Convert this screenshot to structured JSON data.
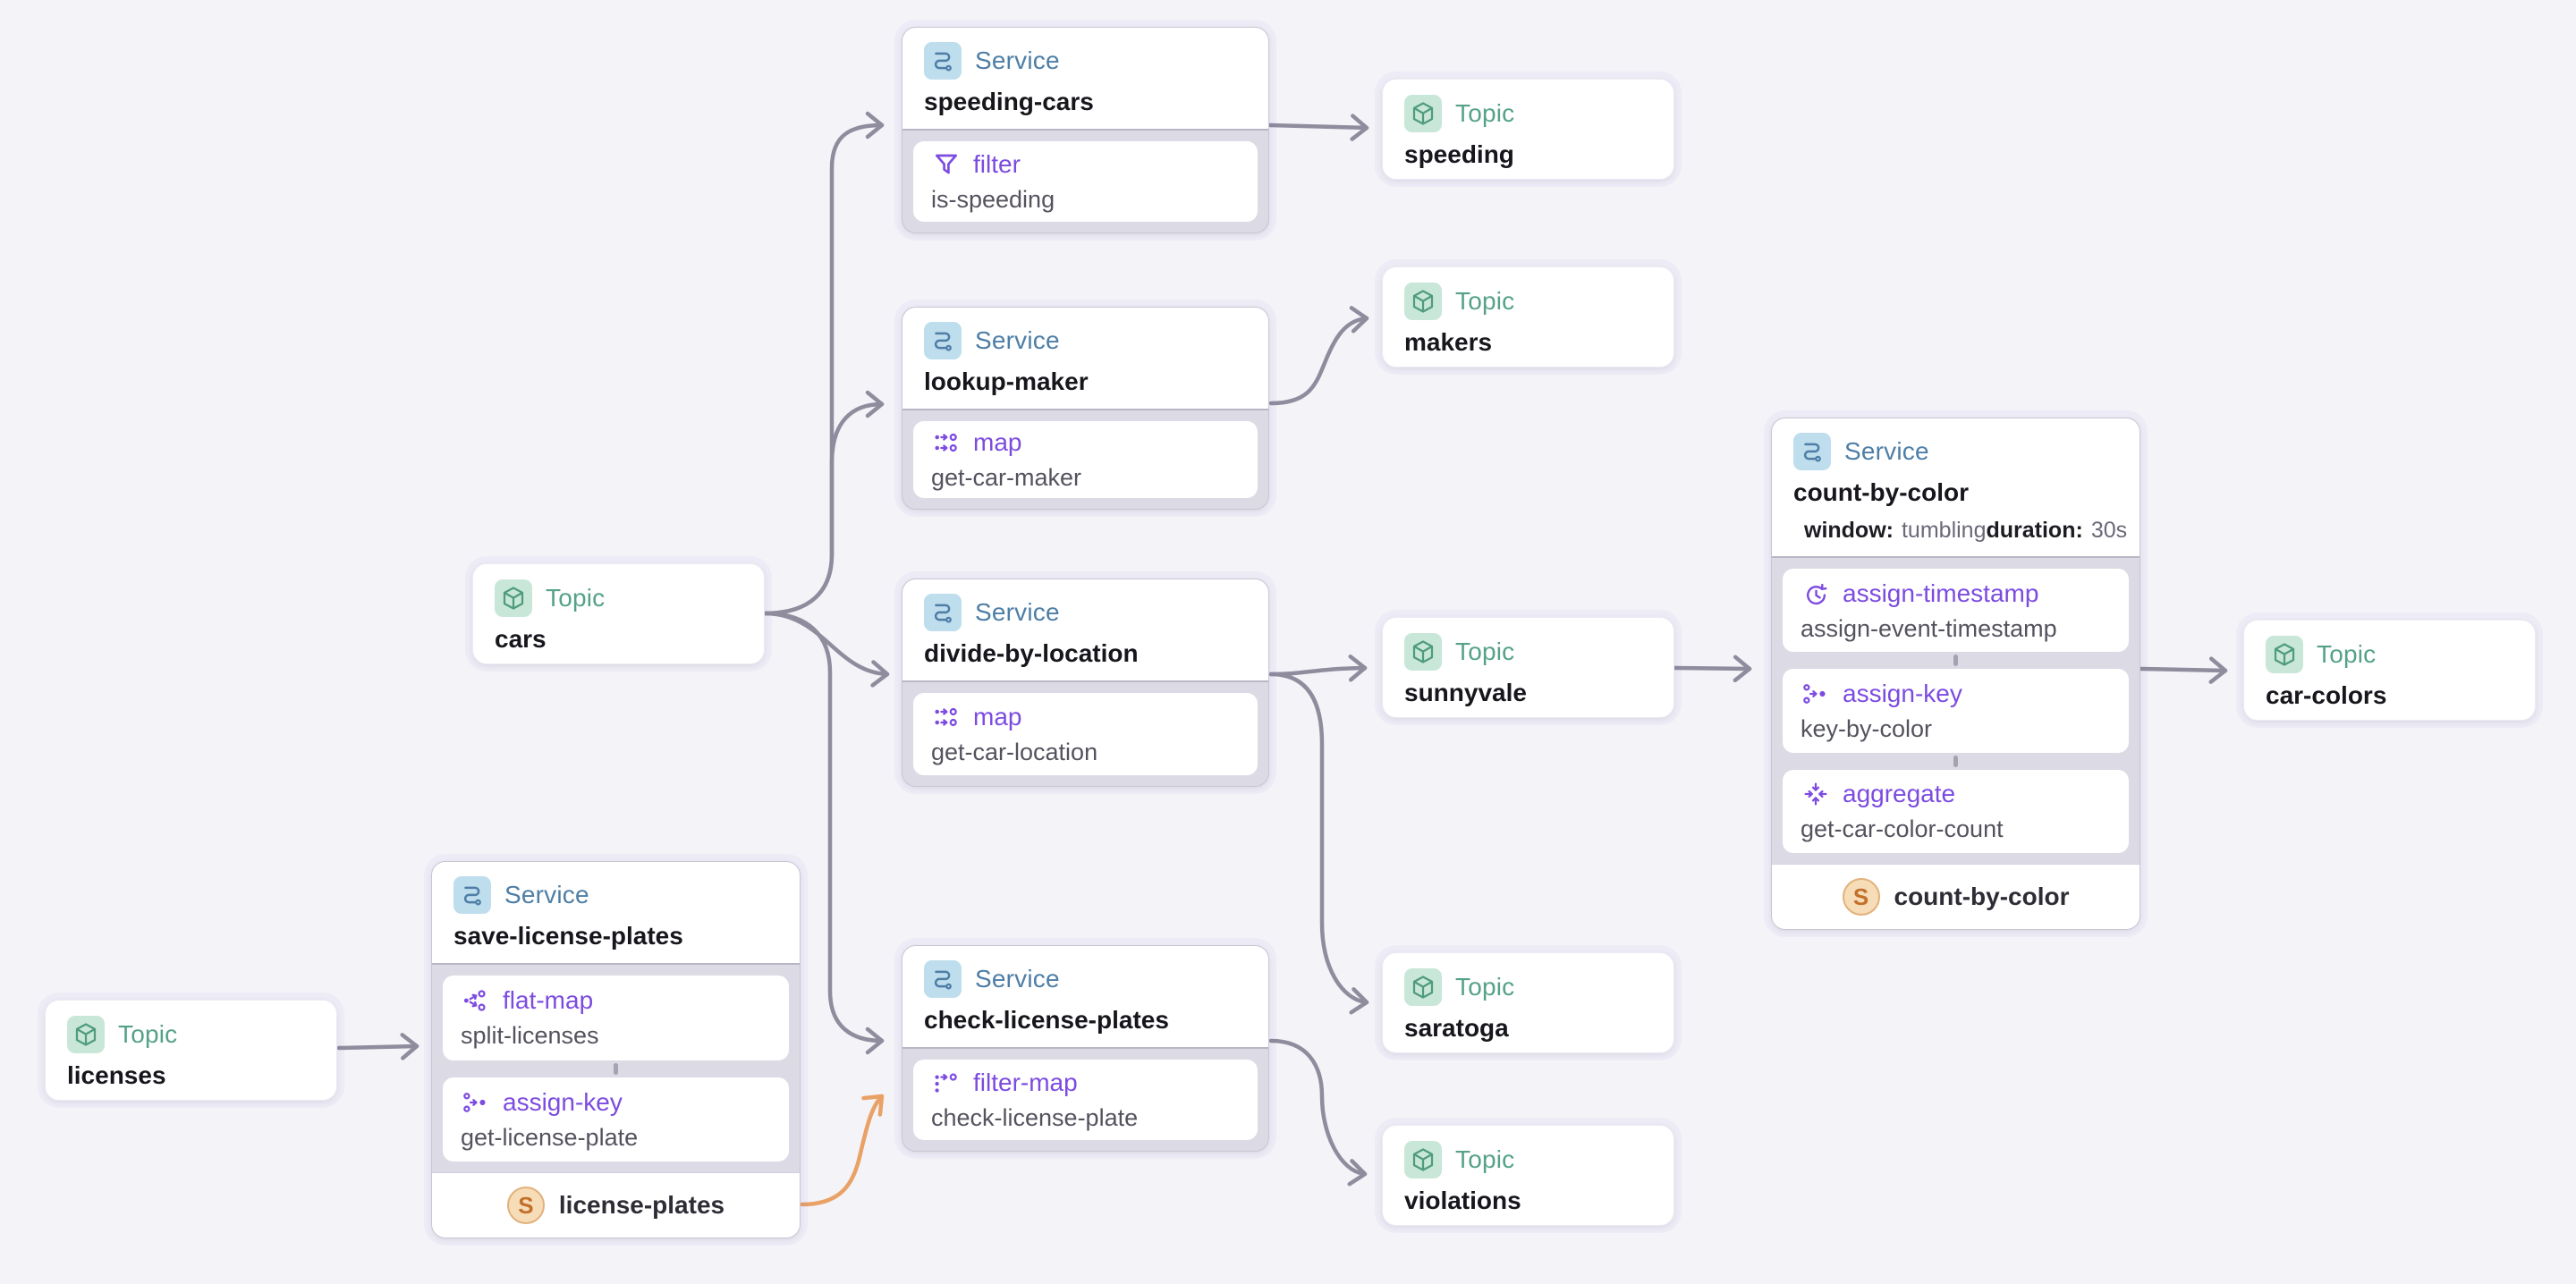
{
  "diagram": {
    "nodes": {
      "licenses": {
        "type_label": "Topic",
        "name": "licenses"
      },
      "cars": {
        "type_label": "Topic",
        "name": "cars"
      },
      "speeding": {
        "type_label": "Topic",
        "name": "speeding"
      },
      "makers": {
        "type_label": "Topic",
        "name": "makers"
      },
      "sunnyvale": {
        "type_label": "Topic",
        "name": "sunnyvale"
      },
      "saratoga": {
        "type_label": "Topic",
        "name": "saratoga"
      },
      "violations": {
        "type_label": "Topic",
        "name": "violations"
      },
      "car_colors": {
        "type_label": "Topic",
        "name": "car-colors"
      },
      "speeding_cars": {
        "type_label": "Service",
        "name": "speeding-cars",
        "operators": [
          {
            "type": "filter",
            "name": "is-speeding"
          }
        ]
      },
      "lookup_maker": {
        "type_label": "Service",
        "name": "lookup-maker",
        "operators": [
          {
            "type": "map",
            "name": "get-car-maker"
          }
        ]
      },
      "divide_by_location": {
        "type_label": "Service",
        "name": "divide-by-location",
        "operators": [
          {
            "type": "map",
            "name": "get-car-location"
          }
        ]
      },
      "check_license_plates": {
        "type_label": "Service",
        "name": "check-license-plates",
        "operators": [
          {
            "type": "filter-map",
            "name": "check-license-plate"
          }
        ]
      },
      "save_license_plates": {
        "type_label": "Service",
        "name": "save-license-plates",
        "operators": [
          {
            "type": "flat-map",
            "name": "split-licenses"
          },
          {
            "type": "assign-key",
            "name": "get-license-plate"
          }
        ],
        "state_store": {
          "badge": "S",
          "name": "license-plates"
        }
      },
      "count_by_color": {
        "type_label": "Service",
        "name": "count-by-color",
        "meta": {
          "window_label": "window:",
          "window_value": "tumbling",
          "duration_label": "duration:",
          "duration_value": "30s"
        },
        "operators": [
          {
            "type": "assign-timestamp",
            "name": "assign-event-timestamp"
          },
          {
            "type": "assign-key",
            "name": "key-by-color"
          },
          {
            "type": "aggregate",
            "name": "get-car-color-count"
          }
        ],
        "state_store": {
          "badge": "S",
          "name": "count-by-color"
        }
      }
    },
    "edges": [
      {
        "from": "licenses",
        "to": "save-license-plates",
        "kind": "stream"
      },
      {
        "from": "cars",
        "to": "speeding-cars",
        "kind": "stream"
      },
      {
        "from": "cars",
        "to": "lookup-maker",
        "kind": "stream"
      },
      {
        "from": "cars",
        "to": "divide-by-location",
        "kind": "stream"
      },
      {
        "from": "cars",
        "to": "check-license-plates",
        "kind": "stream"
      },
      {
        "from": "speeding-cars",
        "to": "speeding",
        "kind": "stream"
      },
      {
        "from": "lookup-maker",
        "to": "makers",
        "kind": "stream"
      },
      {
        "from": "divide-by-location",
        "to": "sunnyvale",
        "kind": "stream"
      },
      {
        "from": "divide-by-location",
        "to": "saratoga",
        "kind": "stream"
      },
      {
        "from": "check-license-plates",
        "to": "violations",
        "kind": "stream"
      },
      {
        "from": "sunnyvale",
        "to": "count-by-color",
        "kind": "stream"
      },
      {
        "from": "count-by-color",
        "to": "car-colors",
        "kind": "stream"
      },
      {
        "from": "license-plates-state-store",
        "to": "check-license-plates",
        "kind": "state-store-lookup"
      }
    ],
    "colors": {
      "background": "#f4f3f8",
      "topic_accent": "#55a287",
      "service_accent": "#4e7ea6",
      "operator_accent": "#7c4be0",
      "edge": "#8f8c9d",
      "state_store_edge": "#e9a165",
      "state_store_badge_bg": "#f6ddb8",
      "state_store_badge_text": "#c2702a"
    }
  }
}
